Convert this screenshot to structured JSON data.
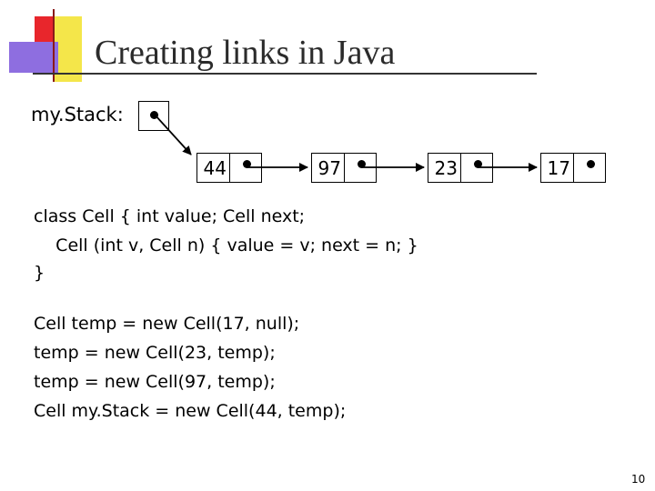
{
  "slide": {
    "title": "Creating links in Java",
    "stack_label": "my.Stack:",
    "cells": [
      {
        "value": "44"
      },
      {
        "value": "97"
      },
      {
        "value": "23"
      },
      {
        "value": "17"
      }
    ],
    "code": {
      "class_lines": [
        "class Cell { int value; Cell next;",
        "    Cell (int v, Cell n) { value = v; next = n; }",
        "}"
      ],
      "build_lines": [
        "Cell temp = new Cell(17, null);",
        "temp = new Cell(23, temp);",
        "temp = new Cell(97, temp);",
        "Cell my.Stack = new Cell(44, temp);"
      ]
    },
    "page_number": "10",
    "colors": {
      "deco_red": "#e8262c",
      "deco_yellow": "#f4e64a",
      "deco_purple": "#8e6ee0",
      "rule": "#333333"
    }
  }
}
